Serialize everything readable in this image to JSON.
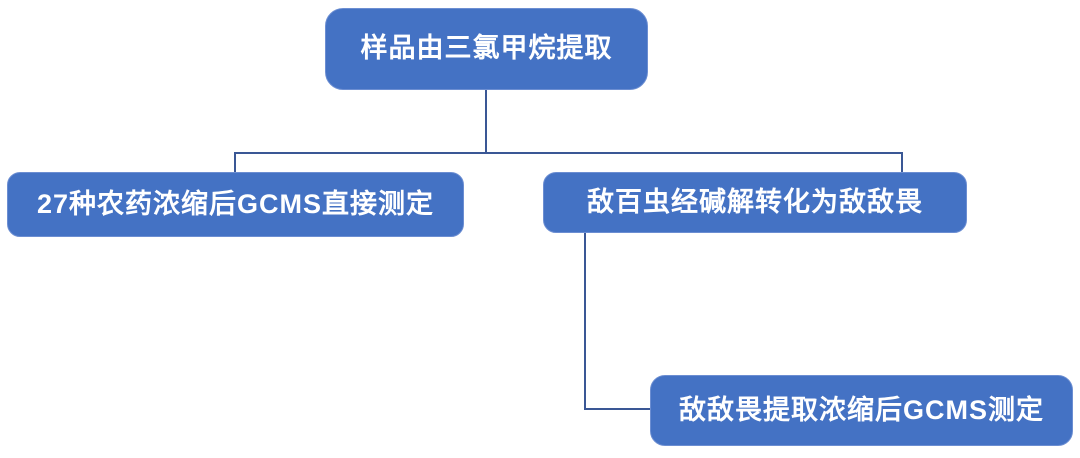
{
  "diagram": {
    "title": "pesticide-extraction-flowchart",
    "colors": {
      "node_fill": "#4472C4",
      "node_text": "#FFFFFF",
      "connector": "#3A5795"
    },
    "nodes": {
      "root": {
        "label": "样品由三氯甲烷提取"
      },
      "left": {
        "label": "27种农药浓缩后GCMS直接测定"
      },
      "right": {
        "label": "敌百虫经碱解转化为敌敌畏"
      },
      "bottom": {
        "label": "敌敌畏提取浓缩后GCMS测定"
      }
    },
    "edges": [
      {
        "from": "root",
        "to": "left"
      },
      {
        "from": "root",
        "to": "right"
      },
      {
        "from": "right",
        "to": "bottom"
      }
    ]
  }
}
